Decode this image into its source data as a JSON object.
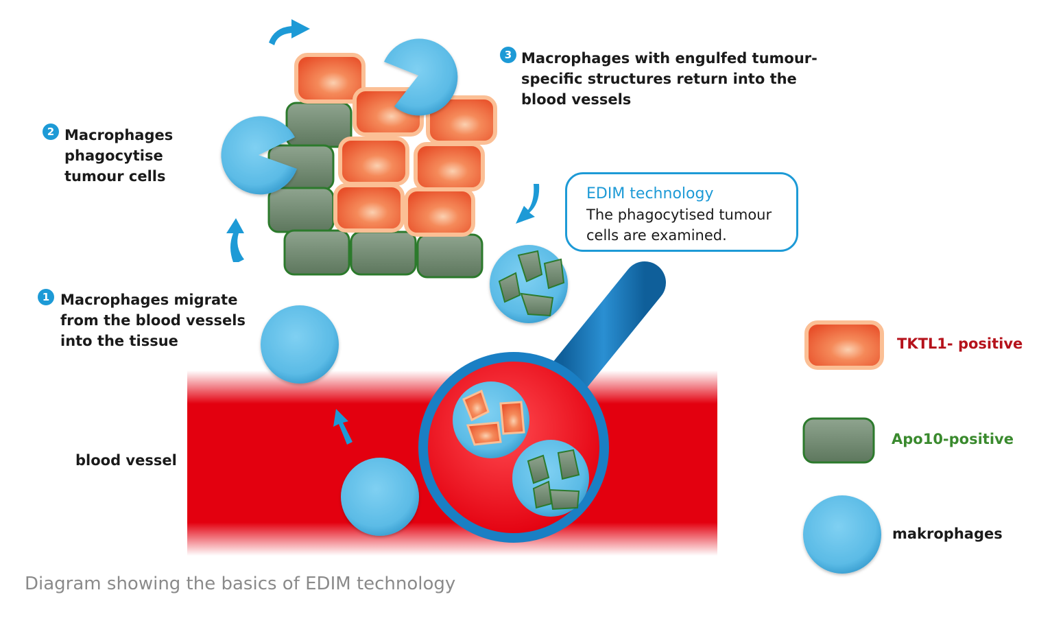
{
  "steps": [
    {
      "number": "1",
      "lines": [
        "Macrophages migrate",
        "from the blood vessels",
        "into the tissue"
      ]
    },
    {
      "number": "2",
      "lines": [
        "Macrophages",
        "phagocytise",
        "tumour cells"
      ]
    },
    {
      "number": "3",
      "lines": [
        "Macrophages with engulfed tumour-",
        "specific structures return into the",
        "blood vessels"
      ]
    }
  ],
  "edim_box": {
    "title": "EDIM technology",
    "lines": [
      "The phagocytised tumour",
      "cells are examined."
    ]
  },
  "labels": {
    "blood_vessel": "blood vessel"
  },
  "legend": [
    {
      "label": "TKTL1- positive",
      "color": "#b5121b"
    },
    {
      "label": "Apo10-positive",
      "color": "#3a8a2e"
    },
    {
      "label": "makrophages",
      "color": "#1a1a1a"
    }
  ],
  "caption": "Diagram showing the basics of EDIM technology",
  "colors": {
    "accent_blue": "#1d9ad6",
    "macrophage": "#5bbbe6",
    "blood": "#e3000f",
    "tumour": "#f07850",
    "apo10": "#6f8a6f"
  },
  "icons": [
    "arrow-icon",
    "magnifying-glass-icon"
  ]
}
